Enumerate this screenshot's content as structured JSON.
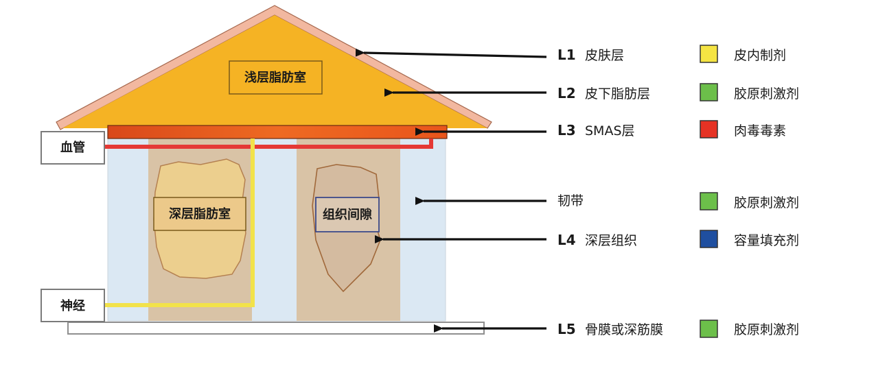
{
  "diagram": {
    "roof_label": "浅层脂肪室",
    "deep_fat_label": "深层脂肪室",
    "gap_label": "组织间隙",
    "vessel_label": "血管",
    "nerve_label": "神经",
    "colors": {
      "skin": "#f2b8a0",
      "fat_layer": "#f5b324",
      "smas": "#e8501e",
      "column": "#d9c3a6",
      "ligament": "#dbe8f3",
      "deep_fat_pad": "#eccf8e",
      "vessel": "#e53935",
      "nerve": "#f2e24a"
    }
  },
  "layers": [
    {
      "code": "L1",
      "name": "皮肤层",
      "product": "皮内制剂",
      "color": "#f5e443",
      "icon": "yellow-square"
    },
    {
      "code": "L2",
      "name": "皮下脂肪层",
      "product": "胶原刺激剂",
      "color": "#6cbf4a",
      "icon": "green-square"
    },
    {
      "code": "L3",
      "name": "SMAS层",
      "product": "肉毒毒素",
      "color": "#e53224",
      "icon": "red-square"
    },
    {
      "code": "",
      "name": "韧带",
      "product": "胶原刺激剂",
      "color": "#6cbf4a",
      "icon": "green-square"
    },
    {
      "code": "L4",
      "name": "深层组织",
      "product": "容量填充剂",
      "color": "#1f4fa0",
      "icon": "blue-square"
    },
    {
      "code": "L5",
      "name": "骨膜或深筋膜",
      "product": "胶原刺激剂",
      "color": "#6cbf4a",
      "icon": "green-square"
    }
  ]
}
